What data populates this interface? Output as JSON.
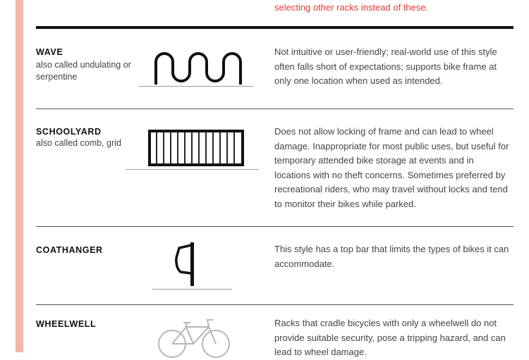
{
  "accent_color": "#f4b7a8",
  "warning_color": "#e8382f",
  "intro": {
    "note": "selecting other racks instead of these."
  },
  "racks": [
    {
      "name": "WAVE",
      "alias": "also called undulating or serpentine",
      "icon": "wave-rack-icon",
      "description": "Not intuitive or user-friendly; real-world use of this style often falls short of expectations; supports bike frame at only one location when used as intended."
    },
    {
      "name": "SCHOOLYARD",
      "alias": "also called comb, grid",
      "icon": "schoolyard-rack-icon",
      "description": "Does not allow locking of frame and can lead to wheel damage. Inappropriate for most public uses, but useful for temporary attended bike storage at events and in locations with no theft concerns. Sometimes preferred by recreational riders, who may travel without locks and tend to monitor their bikes while parked."
    },
    {
      "name": "COATHANGER",
      "alias": "",
      "icon": "coathanger-rack-icon",
      "description": "This style has a top bar that limits the types of bikes it can accommodate."
    },
    {
      "name": "WHEELWELL",
      "alias": "",
      "icon": "bicycle-icon",
      "description": "Racks that cradle bicycles with only a wheelwell do not provide suitable security, pose a tripping hazard, and can lead to wheel damage."
    }
  ]
}
